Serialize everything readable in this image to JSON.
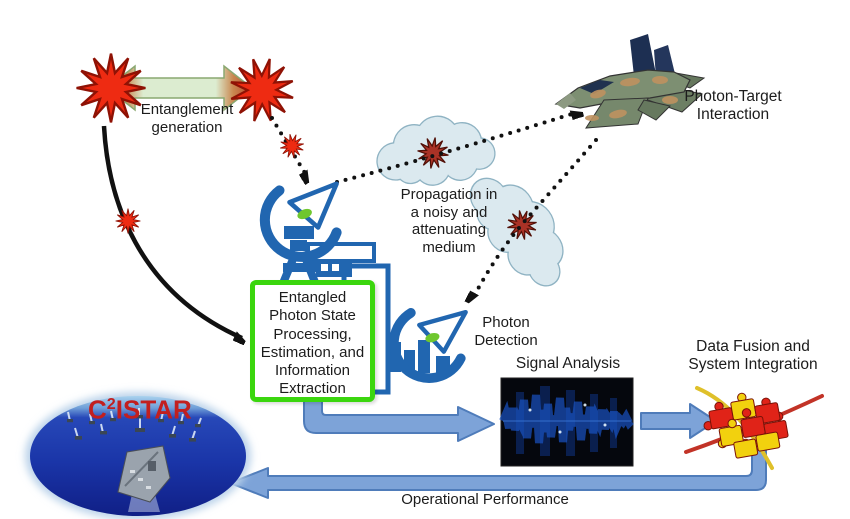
{
  "labels": {
    "entanglement_generation": "Entanglement\ngeneration",
    "photon_target_interaction": "Photon-Target\nInteraction",
    "propagation_medium": "Propagation in\na noisy and\nattenuating\nmedium",
    "processing_box": "Entangled\nPhoton State\nProcessing,\nEstimation, and\nInformation\nExtraction",
    "photon_detection": "Photon\nDetection",
    "signal_analysis": "Signal Analysis",
    "data_fusion": "Data Fusion and\nSystem Integration",
    "operational_performance": "Operational Performance",
    "c2istar": {
      "base": "C",
      "sup": "2",
      "rest": "ISTAR"
    }
  },
  "icons": {
    "entanglement-arrow-icon": "double-headed green/orange arrow between photon bursts",
    "photon-burst-icon": "bright red 12-point starburst (entangled photon)",
    "noise-burst-icon": "dark red starburst inside cloud (noise photon)",
    "cloud-icon": "pale blue atmospheric cloud",
    "ground-dish-icon": "blue satellite/telescope dish on mount",
    "ground-station-icon": "blue outlined station structure",
    "fighter-jet-icon": "camouflaged fighter aircraft target",
    "waveform-icon": "blue signal waveform on black background",
    "puzzle-icon": "red and yellow interlocking puzzle pieces with wires",
    "fleet-icon": "carrier strike group on blue ocean (oval photo)",
    "flow-arrow-icon": "blue block arrow",
    "feedback-arrow-icon": "long blue left-pointing feedback arrow",
    "dotted-path-icon": "black dotted photon propagation path"
  },
  "colors": {
    "flow_arrow_fill": "#7da3d8",
    "flow_arrow_border": "#4f7cba",
    "process_box_border": "#3bd60e",
    "burst_red": "#ee2b12",
    "noise_burst_red": "#a93226",
    "cloud_fill": "#dbe9ef",
    "cloud_border": "#8fb3c3",
    "dish_blue": "#2166b0",
    "dish_feed_green": "#6fc72e",
    "entanglement_arrow_fill": "#dcecd0",
    "entanglement_arrow_tip": "#b8442c",
    "jet_camo_green": "#7d8f72",
    "jet_camo_tan": "#bf9260",
    "jet_tail_navy": "#1d2f52",
    "c2istar_red": "#c21f1f",
    "puzzle_red": "#e02318",
    "puzzle_yellow": "#f2d10e",
    "ocean_blue": "#1a35a8",
    "text_color": "#1c1c1c"
  }
}
